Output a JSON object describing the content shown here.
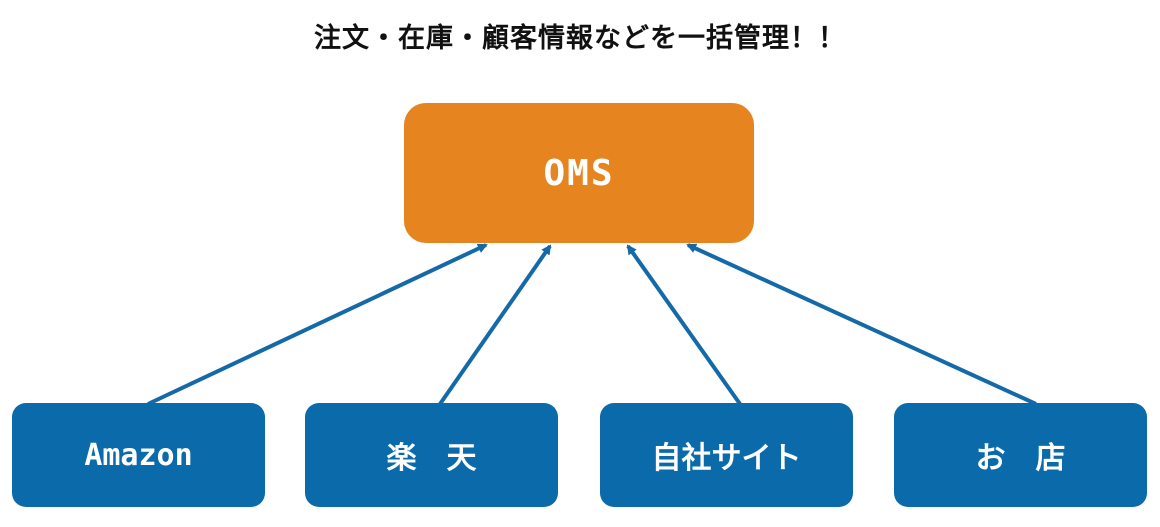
{
  "title": "注文・在庫・顧客情報などを一括管理！！",
  "colors": {
    "hub": "#E6841F",
    "source": "#0A6AAA",
    "arrow": "#1469A8",
    "text_on_box": "#FFFFFF",
    "title": "#111111"
  },
  "hub": {
    "label": "OMS"
  },
  "sources": [
    {
      "label": "Amazon"
    },
    {
      "label": "楽　天"
    },
    {
      "label": "自社サイト"
    },
    {
      "label": "お　店"
    }
  ]
}
